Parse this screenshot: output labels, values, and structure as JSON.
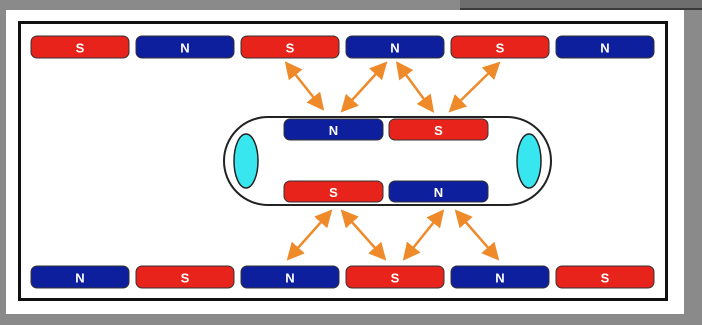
{
  "colors": {
    "south": "#e8231c",
    "north": "#0d1f9c",
    "arrow": "#ee8a2a",
    "lens": "#38e6f0",
    "frame": "#111111"
  },
  "top_row": [
    "S",
    "N",
    "S",
    "N",
    "S",
    "N"
  ],
  "pill_upper": [
    "N",
    "S"
  ],
  "pill_lower": [
    "S",
    "N"
  ],
  "bottom_row": [
    "N",
    "S",
    "N",
    "S",
    "N",
    "S"
  ]
}
